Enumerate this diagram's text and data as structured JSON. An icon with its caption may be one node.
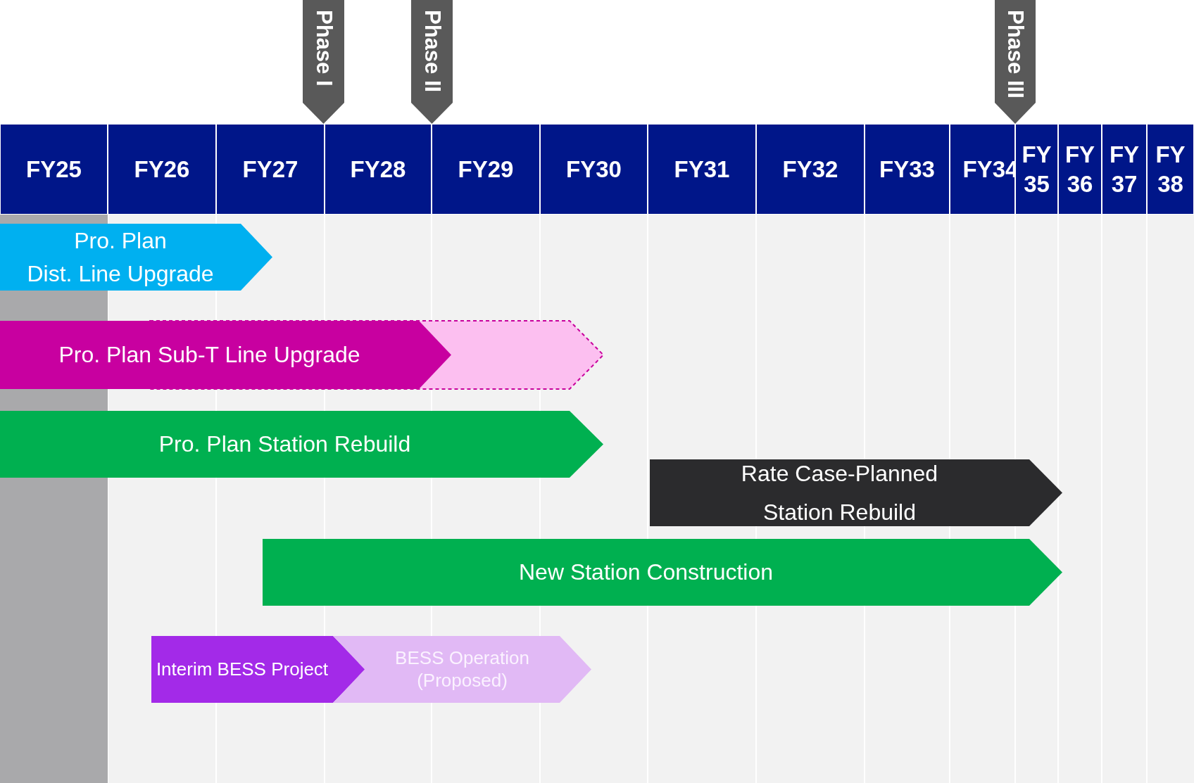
{
  "diagram": {
    "nodes": [
      {
        "text": [
          "Phase I"
        ]
      },
      {
        "text": [
          "Phase II"
        ]
      },
      {
        "text": [
          "Phase III"
        ]
      },
      {
        "text": [
          "FY25"
        ]
      },
      {
        "text": [
          "FY26"
        ]
      },
      {
        "text": [
          "FY27"
        ]
      },
      {
        "text": [
          "FY28"
        ]
      },
      {
        "text": [
          "FY29"
        ]
      },
      {
        "text": [
          "FY30"
        ]
      },
      {
        "text": [
          "FY31"
        ]
      },
      {
        "text": [
          "FY32"
        ]
      },
      {
        "text": [
          "FY33"
        ]
      },
      {
        "text": [
          "FY34"
        ]
      },
      {
        "text": [
          "FY 35"
        ]
      },
      {
        "text": [
          "FY 36"
        ]
      },
      {
        "text": [
          "FY 37"
        ]
      },
      {
        "text": [
          "FY 38"
        ]
      },
      {
        "text": [
          "Pro. Plan",
          "Dist. Line Upgrade"
        ]
      },
      {
        "text": [
          "Pro. Plan Sub-T Line Upgrade"
        ]
      },
      {
        "text": [],
        "shape": "arrow"
      },
      {
        "text": [
          "Pro. Plan Station Rebuild"
        ]
      },
      {
        "text": [
          "Rate Case-Planned Station Rebuild"
        ]
      },
      {
        "text": [
          "New Station Construction"
        ]
      },
      {
        "text": [
          "Interim BESS Project"
        ]
      },
      {
        "text": [
          "BESS Operation (Proposed)"
        ]
      },
      {
        "text": [],
        "shape": "bar"
      }
    ]
  }
}
